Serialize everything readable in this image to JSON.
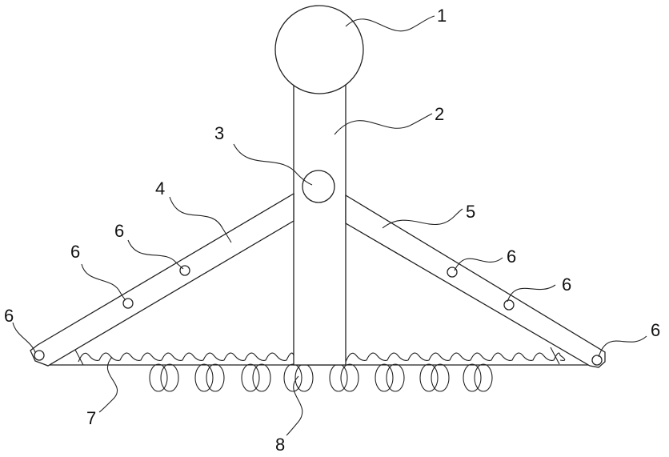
{
  "labels": {
    "knob": "1",
    "column": "2",
    "pivot": "3",
    "left_arm": "4",
    "right_arm": "5",
    "hole": "6",
    "teeth": "7",
    "springs": "8"
  },
  "colors": {
    "line": "#222222",
    "background": "#ffffff"
  }
}
